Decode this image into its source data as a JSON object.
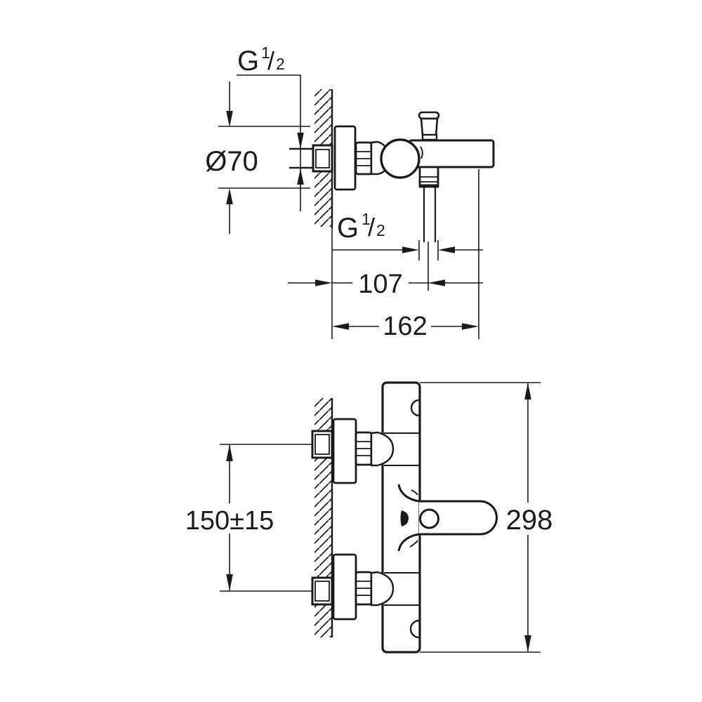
{
  "drawing": {
    "background": "#ffffff",
    "ink": "#1a1a1a",
    "description": "Technical installation drawing of a wall-mounted bath/shower mixer tap, two views with dimensions",
    "side_view": {
      "dim_inlet_thread": {
        "g": "G",
        "num": "1",
        "slash": "/",
        "den": "2"
      },
      "dim_flange_diameter": "Ø70",
      "dim_hose_thread": {
        "g": "G",
        "num": "1",
        "slash": "/",
        "den": "2"
      },
      "dim_wall_to_hose_axis": "107",
      "dim_wall_to_spout_end": "162"
    },
    "front_view": {
      "dim_inlet_spacing": "150±15",
      "dim_overall_height": "298"
    }
  }
}
